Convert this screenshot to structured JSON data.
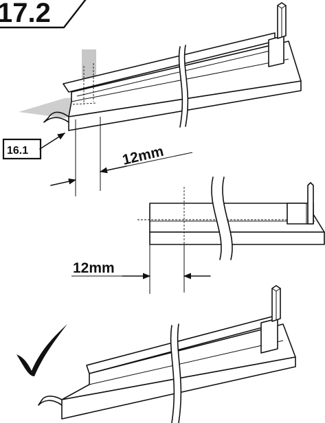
{
  "step": {
    "number": "17.2"
  },
  "reference": {
    "label": "16.1"
  },
  "dimensions": {
    "top": "12mm",
    "middle": "12mm"
  },
  "colors": {
    "line": "#111111",
    "guide_plane": "#bdbdbd",
    "background": "#ffffff"
  },
  "icons": {
    "confirmation": "checkmark-icon"
  }
}
